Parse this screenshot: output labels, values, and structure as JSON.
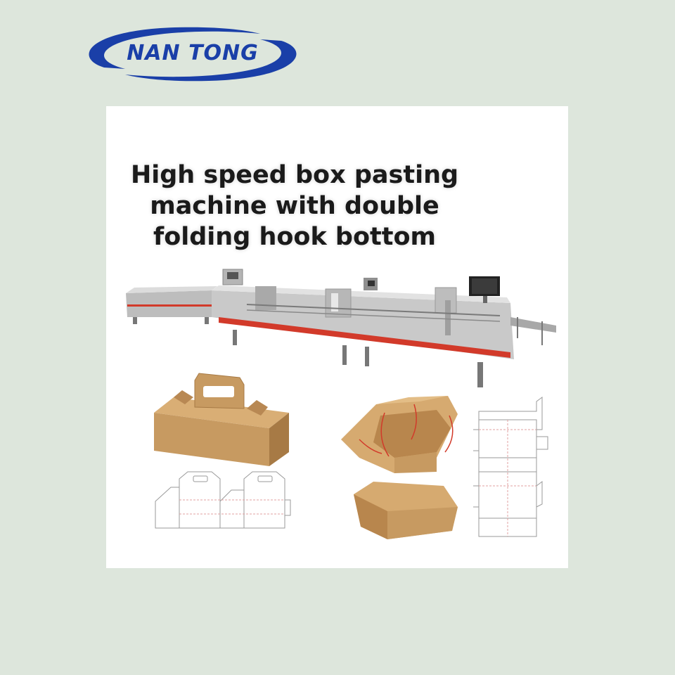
{
  "brand": {
    "name": "NAN TONG",
    "color": "#1a3fa8"
  },
  "headline": {
    "lines": [
      "High speed box pasting",
      "machine with double",
      "folding hook bottom"
    ]
  },
  "colors": {
    "background": "#dde6dc",
    "card": "#ffffff",
    "cardboard": "#c79a61",
    "cardboard_dark": "#a77a45",
    "machine_body": "#c9c9c9",
    "machine_stripe": "#d23a2a"
  }
}
